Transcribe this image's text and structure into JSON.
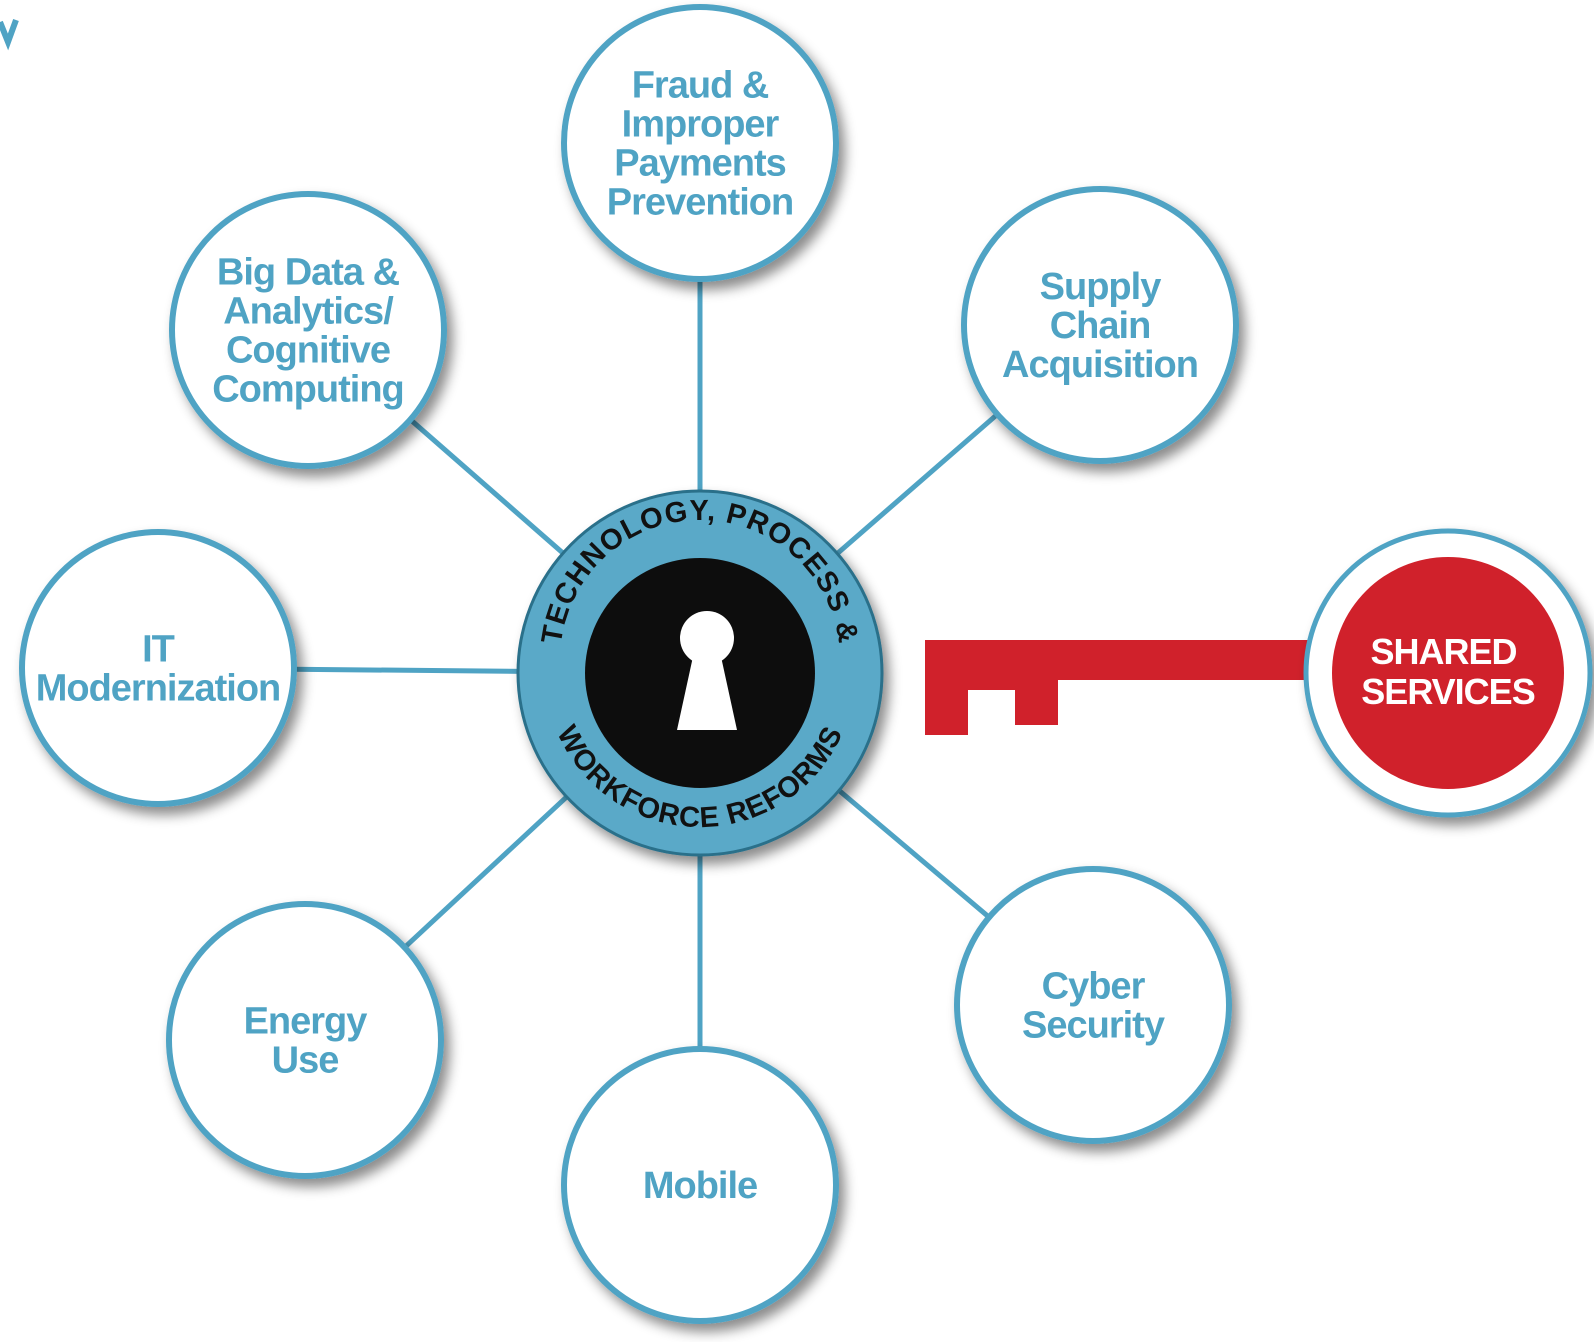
{
  "center": {
    "ring_top": "TECHNOLOGY, PROCESS &",
    "ring_bottom": "WORKFORCE REFORMS",
    "icon": "keyhole-icon"
  },
  "nodes": [
    {
      "id": "fraud",
      "lines": [
        "Fraud &",
        "Improper",
        "Payments",
        "Prevention"
      ]
    },
    {
      "id": "supply",
      "lines": [
        "Supply",
        "Chain",
        "Acquisition"
      ]
    },
    {
      "id": "bigdata",
      "lines": [
        "Big Data &",
        "Analytics/",
        "Cognitive",
        "Computing"
      ]
    },
    {
      "id": "it",
      "lines": [
        "IT",
        "Modernization"
      ]
    },
    {
      "id": "energy",
      "lines": [
        "Energy",
        "Use"
      ]
    },
    {
      "id": "mobile",
      "lines": [
        "Mobile"
      ]
    },
    {
      "id": "cyber",
      "lines": [
        "Cyber",
        "Security"
      ]
    }
  ],
  "key": {
    "lines": [
      "SHARED",
      "SERVICES"
    ],
    "icon": "key-icon"
  },
  "colors": {
    "accent_blue": "#4fa3c4",
    "ring_blue": "#5aa9c8",
    "key_red": "#d0212b",
    "center_black": "#111111"
  }
}
